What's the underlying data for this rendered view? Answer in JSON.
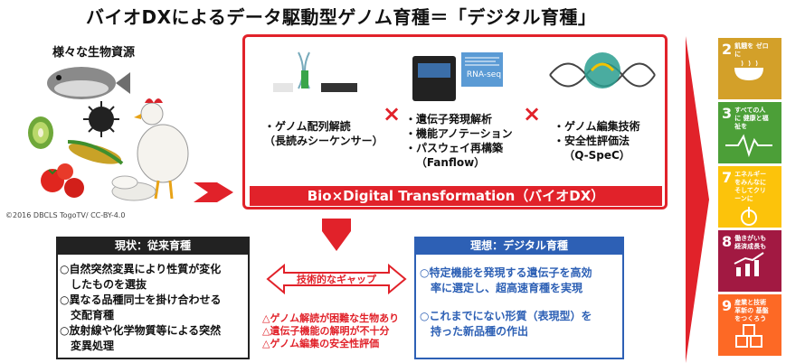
{
  "title": "バイオDXによるデータ駆動型ゲノム育種＝「デジタル育種」",
  "resources_label": "様々な生物資源",
  "copyright": "©2016 DBCLS TogoTV/ CC-BY-4.0",
  "dx": {
    "col1": [
      "・ゲノム配列解読",
      "（長読みシーケンサー）"
    ],
    "col2": [
      "・遺伝子発現解析",
      "・機能アノテーション",
      "・パスウェイ再構築",
      "（Fanflow）"
    ],
    "col3": [
      "・ゲノム編集技術",
      "・安全性評価法",
      "（Q-SpeC）"
    ],
    "times": "×",
    "rna_label": "RNA-seq",
    "banner": "Bio×Digital Transformation（バイオDX）"
  },
  "current": {
    "header": "現状：従来育種",
    "items": [
      "○自然突然変異により性質が変化",
      "したものを選抜",
      "○異なる品種同士を掛け合わせる",
      "交配育種",
      "○放射線や化学物質等による突然",
      "変異処理"
    ]
  },
  "gap": {
    "label": "技術的なギャップ",
    "warnings": [
      "△ゲノム解読が困難な生物あり",
      "△遺伝子機能の解明が不十分",
      "△ゲノム編集の安全性評価"
    ]
  },
  "ideal": {
    "header": "理想：デジタル育種",
    "items": [
      "○特定機能を発現する遺伝子を高効",
      "率に選定し、超高速育種を実現",
      "○これまでにない形質（表現型）を",
      "持った新品種の作出"
    ]
  },
  "sdgs": [
    {
      "num": "2",
      "label": "飢餓を ゼロに",
      "color": "#d3a029",
      "icon": "bowl-icon"
    },
    {
      "num": "3",
      "label": "すべての人に 健康と福祉を",
      "color": "#4c9f38",
      "icon": "heartbeat-icon"
    },
    {
      "num": "7",
      "label": "エネルギーをみんなに そしてクリーンに",
      "color": "#fcc30b",
      "icon": "sun-icon"
    },
    {
      "num": "8",
      "label": "働きがいも 経済成長も",
      "color": "#a21942",
      "icon": "growth-chart-icon"
    },
    {
      "num": "9",
      "label": "産業と技術革新の 基盤をつくろう",
      "color": "#fd6925",
      "icon": "cubes-icon"
    }
  ]
}
